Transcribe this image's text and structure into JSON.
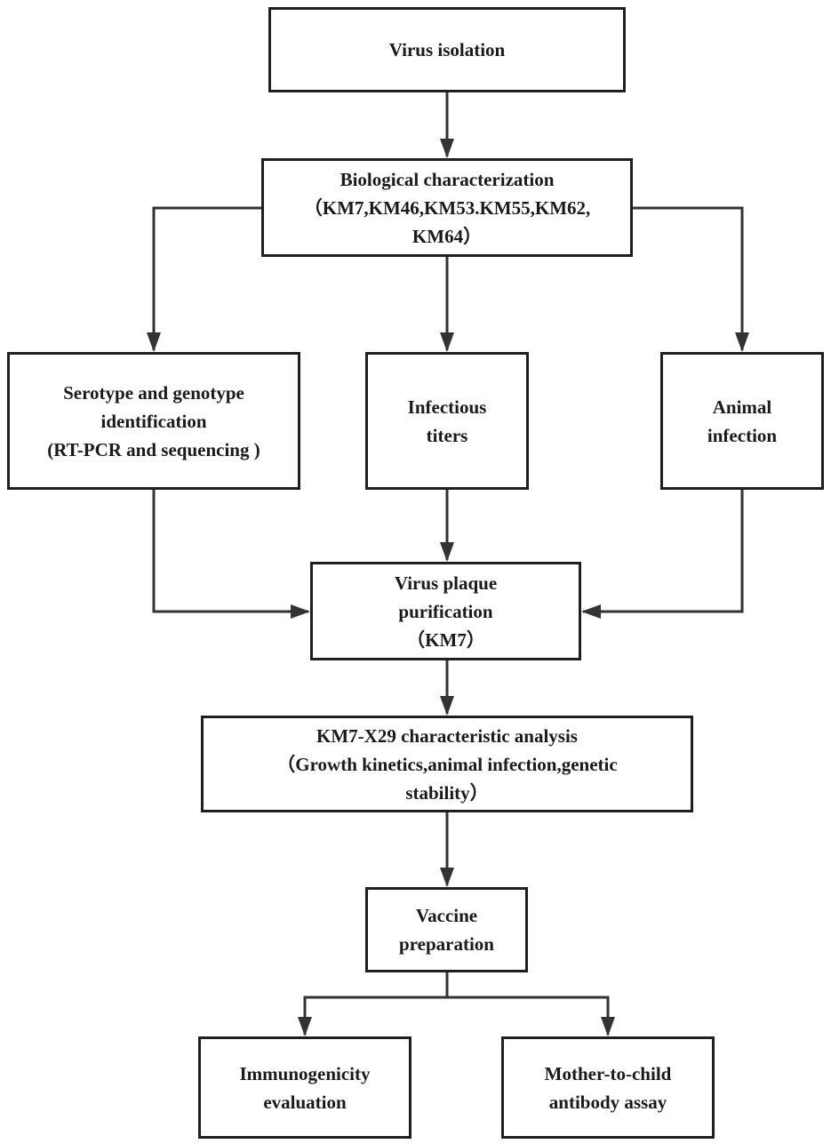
{
  "nodes": {
    "isolation": {
      "lines": [
        "Virus isolation"
      ]
    },
    "bio": {
      "lines": [
        "Biological characterization",
        "（KM7,KM46,KM53.KM55,KM62,",
        "KM64）"
      ]
    },
    "sero": {
      "lines": [
        "Serotype and genotype",
        "identification",
        "(RT-PCR and sequencing )"
      ]
    },
    "titers": {
      "lines": [
        "Infectious",
        "titers"
      ]
    },
    "animal": {
      "lines": [
        "Animal",
        "infection"
      ]
    },
    "plaque": {
      "lines": [
        "Virus plaque",
        "purification",
        "（KM7）"
      ]
    },
    "km7x29": {
      "lines": [
        "KM7-X29 characteristic analysis",
        "（Growth kinetics,animal infection,genetic",
        "stability）"
      ]
    },
    "vaccine": {
      "lines": [
        "Vaccine",
        "preparation"
      ]
    },
    "immuno": {
      "lines": [
        "Immunogenicity",
        "evaluation"
      ]
    },
    "mother": {
      "lines": [
        "Mother-to-child",
        "antibody assay"
      ]
    }
  },
  "colors": {
    "stroke": "#333333",
    "text": "#1a1a1a",
    "background": "#ffffff"
  }
}
